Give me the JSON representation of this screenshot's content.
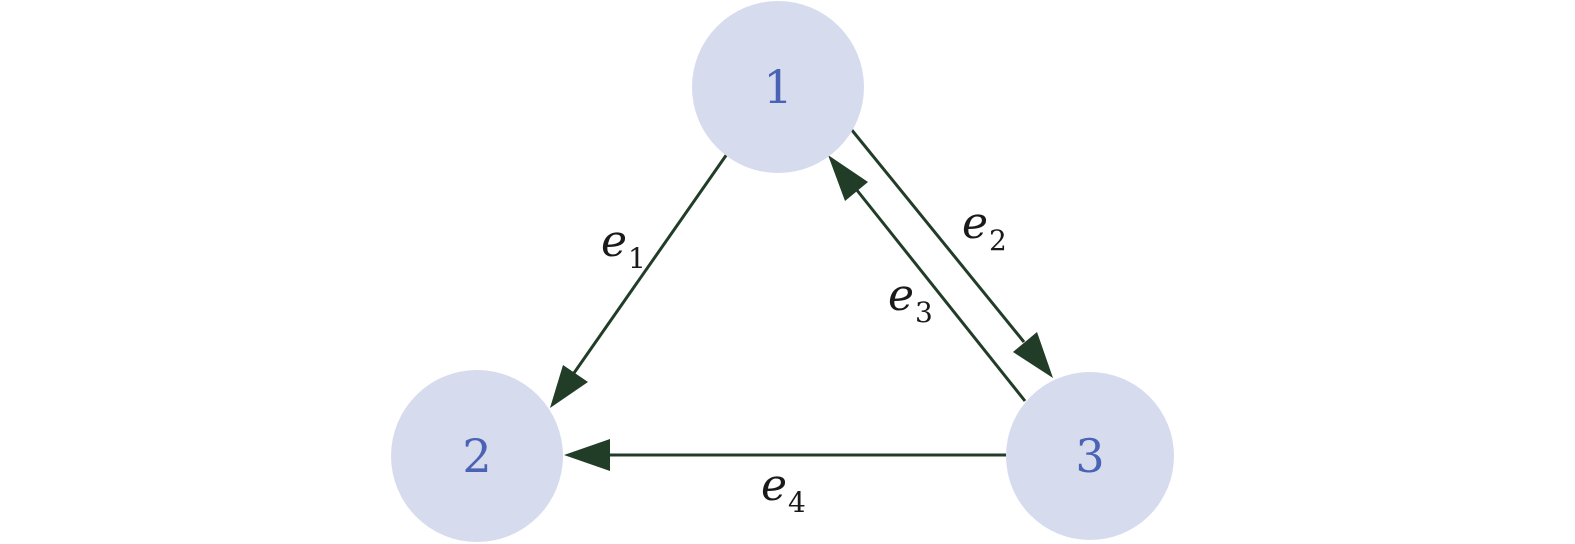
{
  "graph": {
    "nodes": [
      {
        "id": "1",
        "label": "1"
      },
      {
        "id": "2",
        "label": "2"
      },
      {
        "id": "3",
        "label": "3"
      }
    ],
    "edges": [
      {
        "id": "e1",
        "from": "1",
        "to": "2",
        "letter": "e",
        "subscript": "1"
      },
      {
        "id": "e2",
        "from": "1",
        "to": "3",
        "letter": "e",
        "subscript": "2"
      },
      {
        "id": "e3",
        "from": "3",
        "to": "1",
        "letter": "e",
        "subscript": "3"
      },
      {
        "id": "e4",
        "from": "3",
        "to": "2",
        "letter": "e",
        "subscript": "4"
      }
    ]
  },
  "colors": {
    "node_fill": "#d6dbee",
    "node_text": "#4a63b4",
    "edge": "#213d27",
    "edge_label": "#1a1a1a"
  }
}
